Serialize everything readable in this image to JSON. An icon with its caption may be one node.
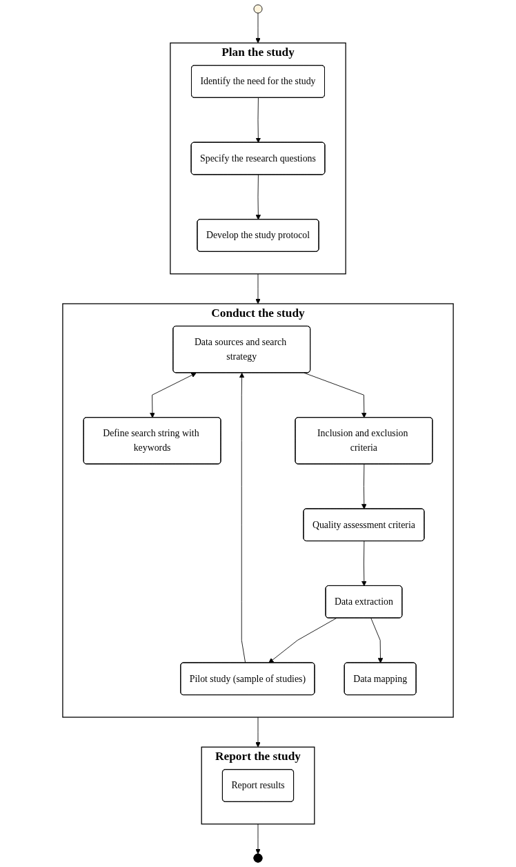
{
  "diagram": {
    "nodes": [
      {
        "text": [],
        "shape": "circle"
      },
      {
        "text": [
          "Plan the study"
        ]
      },
      {
        "text": [
          "Identify the need for the study"
        ],
        "in": 1
      },
      {
        "text": [
          "Specify the research questions"
        ],
        "in": 1
      },
      {
        "text": [
          "Develop the study protocol"
        ],
        "in": 1
      },
      {
        "text": [
          "Conduct the study"
        ]
      },
      {
        "text": [
          "Data sources and search strategy"
        ],
        "in": 5
      },
      {
        "text": [
          "Define search string with keywords"
        ],
        "in": 5
      },
      {
        "text": [
          "Pilot study (sample of studies)"
        ],
        "in": 5
      },
      {
        "text": [
          "Inclusion and exclusion criteria"
        ],
        "in": 5
      },
      {
        "text": [
          "Quality assessment criteria"
        ],
        "in": 5
      },
      {
        "text": [
          "Data extraction"
        ],
        "in": 5
      },
      {
        "text": [
          "Data mapping"
        ],
        "in": 5
      },
      {
        "text": [
          "Report the study"
        ]
      },
      {
        "text": [
          "Report results"
        ],
        "in": 13
      },
      {
        "text": [],
        "shape": "circle"
      }
    ],
    "edges": [
      {
        "from": 0,
        "to": 1,
        "arrow": "to"
      },
      {
        "from": 2,
        "to": 3,
        "arrow": "to"
      },
      {
        "from": 3,
        "to": 4,
        "arrow": "to"
      },
      {
        "from": 1,
        "to": 5,
        "arrow": "to"
      },
      {
        "from": 6,
        "to": 7,
        "arrow": "both"
      },
      {
        "from": 6,
        "to": 9,
        "arrow": "to"
      },
      {
        "from": 9,
        "to": 10,
        "arrow": "to"
      },
      {
        "from": 10,
        "to": 11,
        "arrow": "to"
      },
      {
        "from": 11,
        "to": 8,
        "arrow": "to"
      },
      {
        "from": 8,
        "to": 6,
        "arrow": "to"
      },
      {
        "from": 11,
        "to": 12,
        "arrow": "to"
      },
      {
        "from": 5,
        "to": 13,
        "arrow": "to"
      },
      {
        "from": 13,
        "to": 15,
        "arrow": "to"
      }
    ]
  }
}
